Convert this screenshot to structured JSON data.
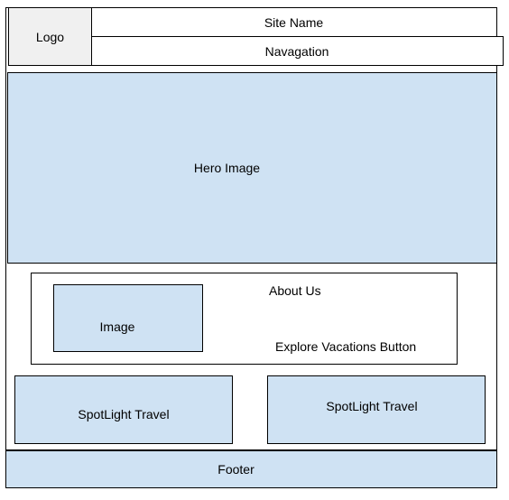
{
  "header": {
    "logo": "Logo",
    "site_name": "Site Name",
    "navigation": "Navagation"
  },
  "hero": {
    "label": "Hero Image"
  },
  "about": {
    "image": "Image",
    "title": "About Us",
    "button": "Explore Vacations Button"
  },
  "spotlights": [
    {
      "label": "SpotLight Travel"
    },
    {
      "label": "SpotLight Travel"
    }
  ],
  "footer": {
    "label": "Footer"
  },
  "colors": {
    "placeholder_fill": "#cfe2f3",
    "logo_fill": "#f0f0f0",
    "stroke": "#000000"
  }
}
